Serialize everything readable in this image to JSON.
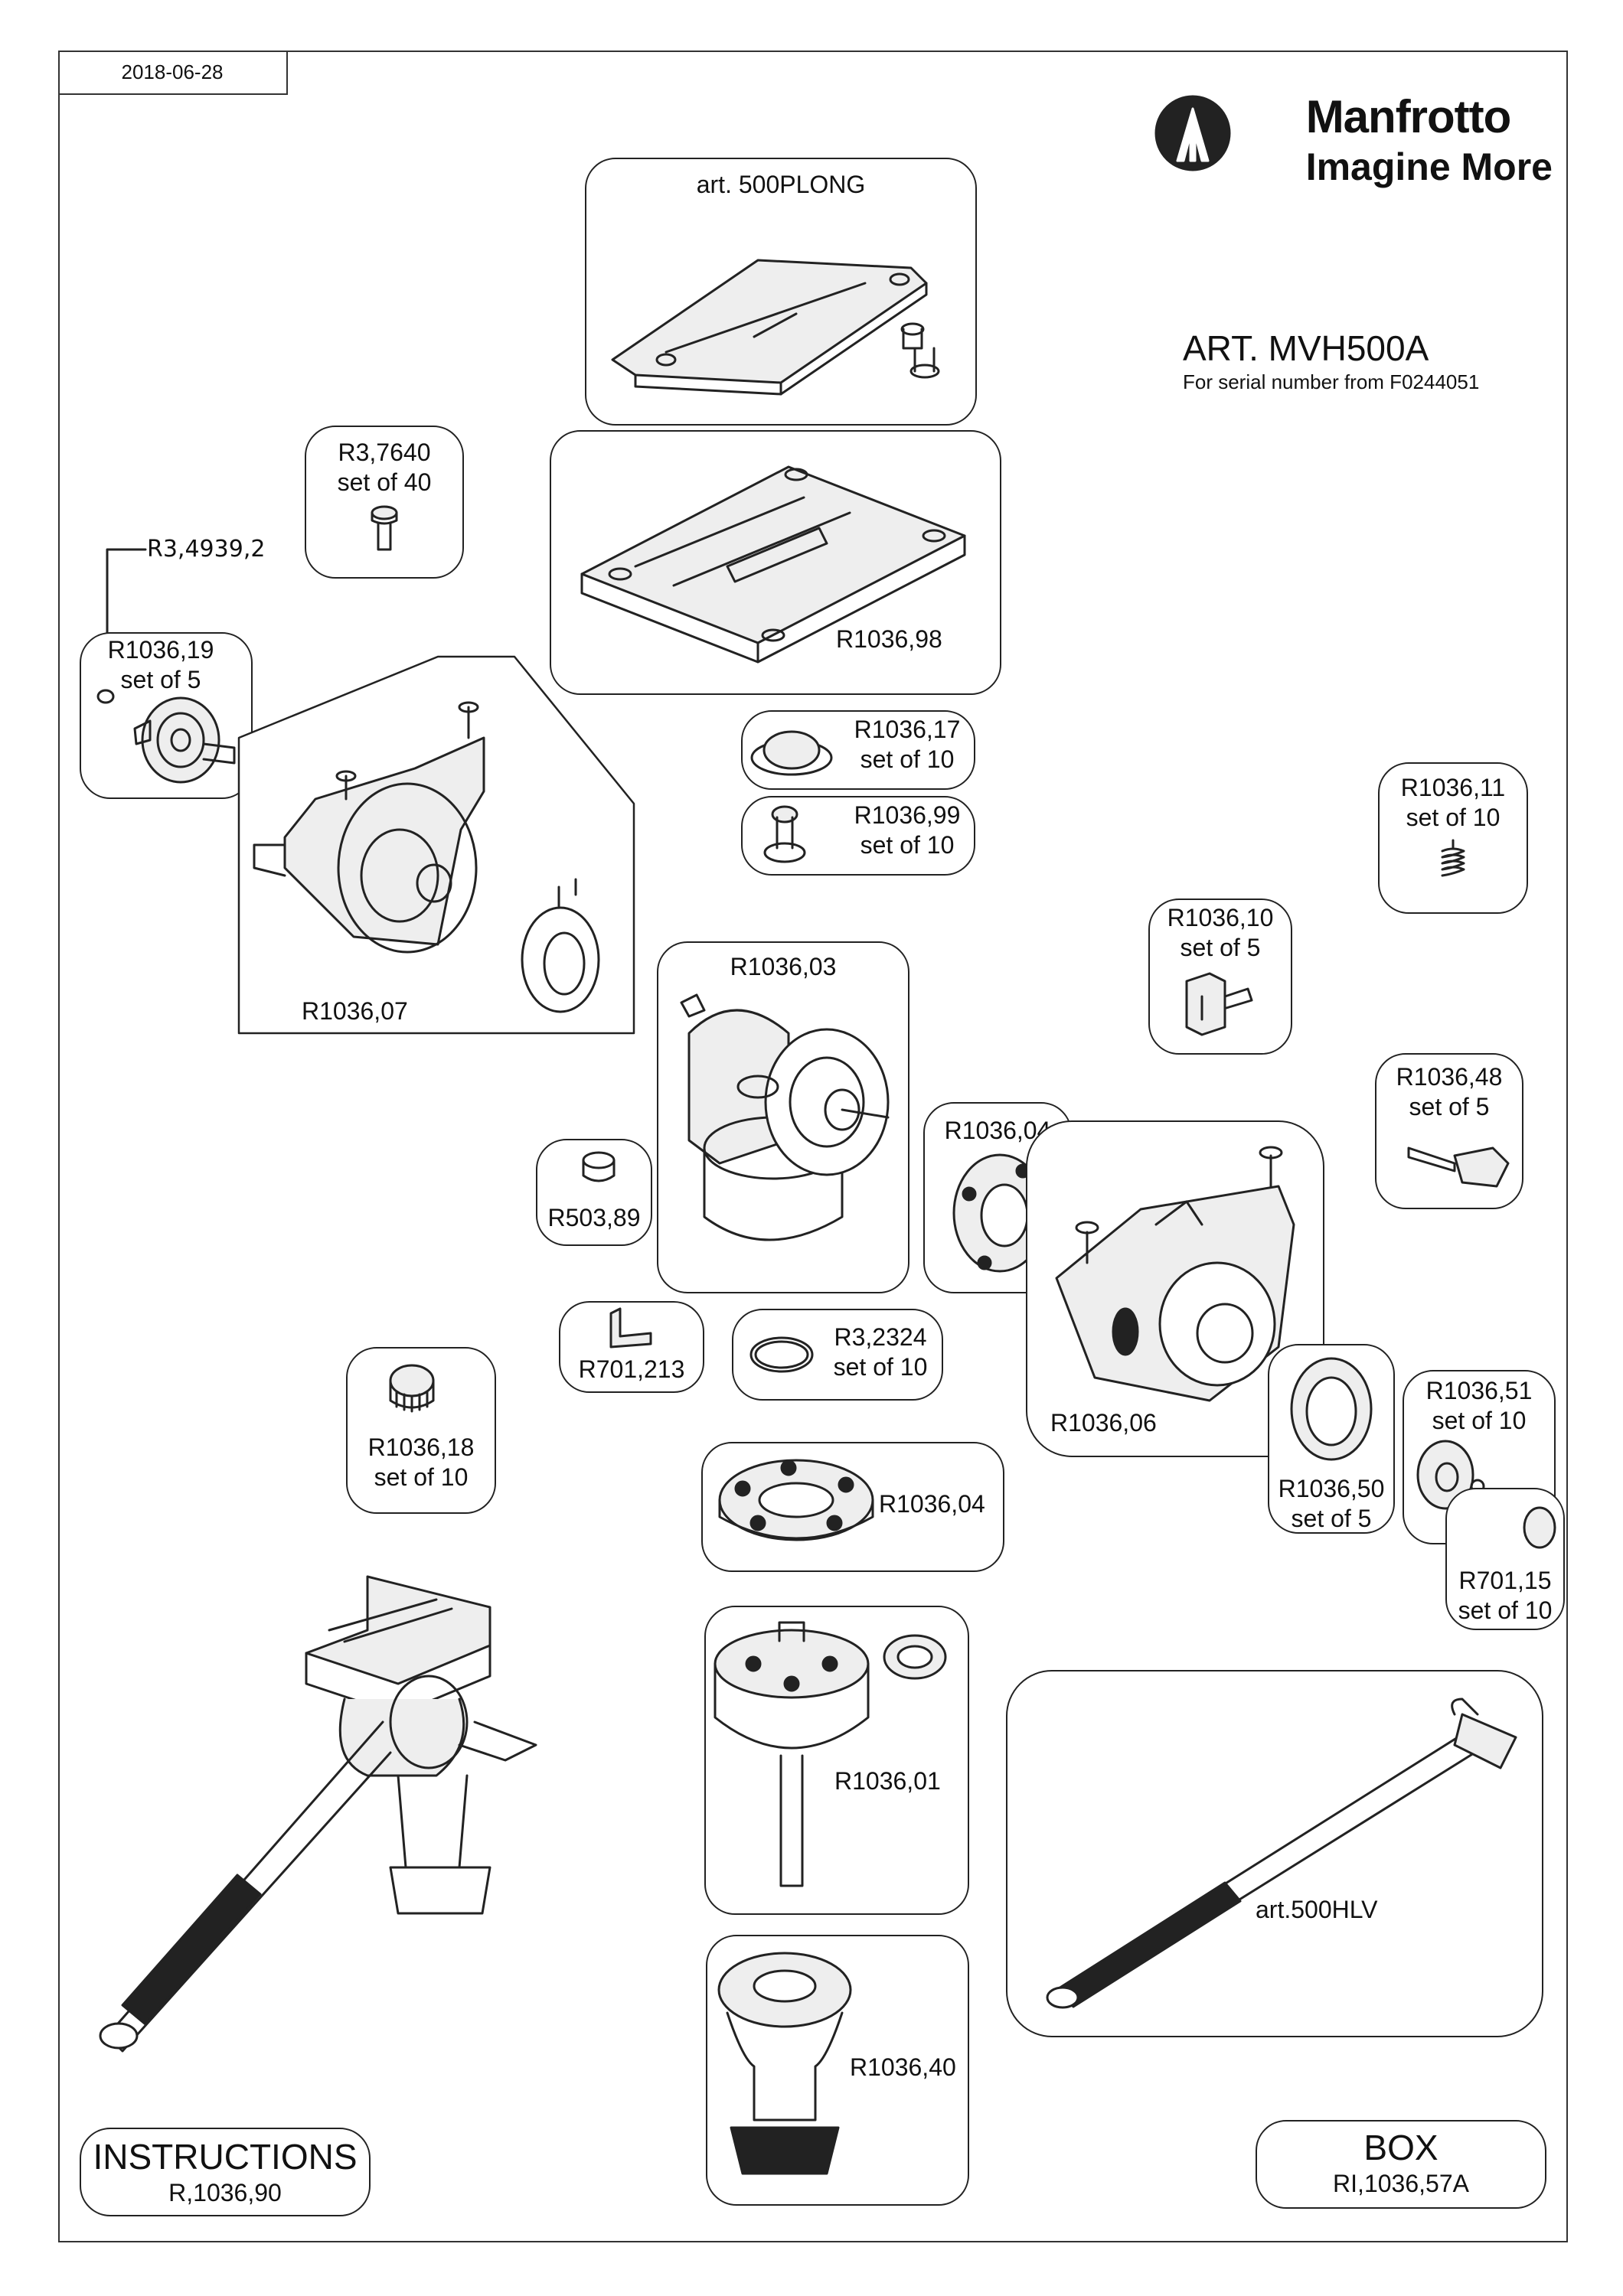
{
  "header": {
    "date": "2018-06-28"
  },
  "brand": {
    "name": "Manfrotto",
    "tagline": "Imagine More"
  },
  "product": {
    "article": "ART. MVH500A",
    "serial_note": "For serial number from F0244051"
  },
  "callout": {
    "code": "R3,4939,2"
  },
  "parts": {
    "p500plong": {
      "line1": "art. 500PLONG"
    },
    "r37640": {
      "line1": "R3,7640",
      "line2": "set of 40"
    },
    "r103698": {
      "line1": "R1036,98"
    },
    "r103619": {
      "line1": "R1036,19",
      "line2": "set of 5"
    },
    "r103607": {
      "line1": "R1036,07"
    },
    "r103617": {
      "line1": "R1036,17",
      "line2": "set of 10"
    },
    "r103699": {
      "line1": "R1036,99",
      "line2": "set of 10"
    },
    "r103611": {
      "line1": "R1036,11",
      "line2": "set of 10"
    },
    "r103610": {
      "line1": "R1036,10",
      "line2": "set of 5"
    },
    "r103603": {
      "line1": "R1036,03"
    },
    "r103604a": {
      "line1": "R1036,04"
    },
    "r103648": {
      "line1": "R1036,48",
      "line2": "set of 5"
    },
    "r50389": {
      "line1": "R503,89"
    },
    "r701213": {
      "line1": "R701,213"
    },
    "r32324": {
      "line1": "R3,2324",
      "line2": "set of 10"
    },
    "r103606": {
      "line1": "R1036,06"
    },
    "r103618": {
      "line1": "R1036,18",
      "line2": "set of 10"
    },
    "r103604b": {
      "line1": "R1036,04"
    },
    "r103650": {
      "line1": "R1036,50",
      "line2": "set of 5"
    },
    "r103651": {
      "line1": "R1036,51",
      "line2": "set of 10"
    },
    "r70115": {
      "line1": "R701,15",
      "line2": "set of 10"
    },
    "r103601": {
      "line1": "R1036,01"
    },
    "p500hlv": {
      "line1": "art.500HLV"
    },
    "r103640": {
      "line1": "R1036,40"
    },
    "instructions": {
      "line1": "INSTRUCTIONS",
      "line2": "R,1036,90"
    },
    "box": {
      "line1": "BOX",
      "line2": "RI,1036,57A"
    }
  }
}
